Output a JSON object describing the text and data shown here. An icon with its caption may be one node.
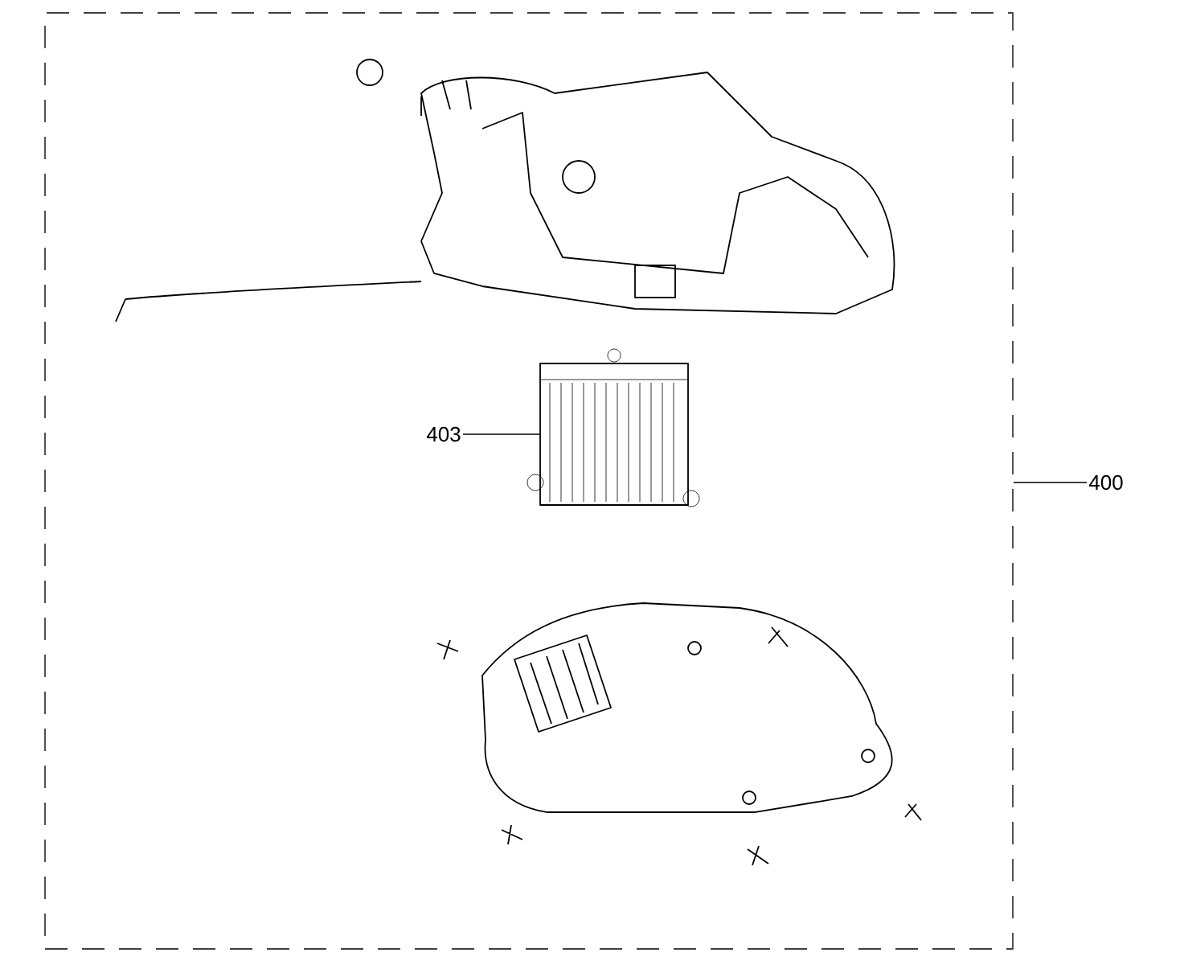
{
  "diagram": {
    "nodes": [
      {
        "text": [],
        "shape": "box"
      },
      {
        "text": [
          "403"
        ],
        "in": 0
      },
      {
        "text": [],
        "shape": "picture",
        "in": 0
      },
      {
        "text": [
          "400"
        ]
      }
    ],
    "edges": [
      {
        "from": 1,
        "to": 2,
        "arrow": "none"
      },
      {
        "from": 3,
        "to": 0,
        "arrow": "none"
      }
    ]
  }
}
